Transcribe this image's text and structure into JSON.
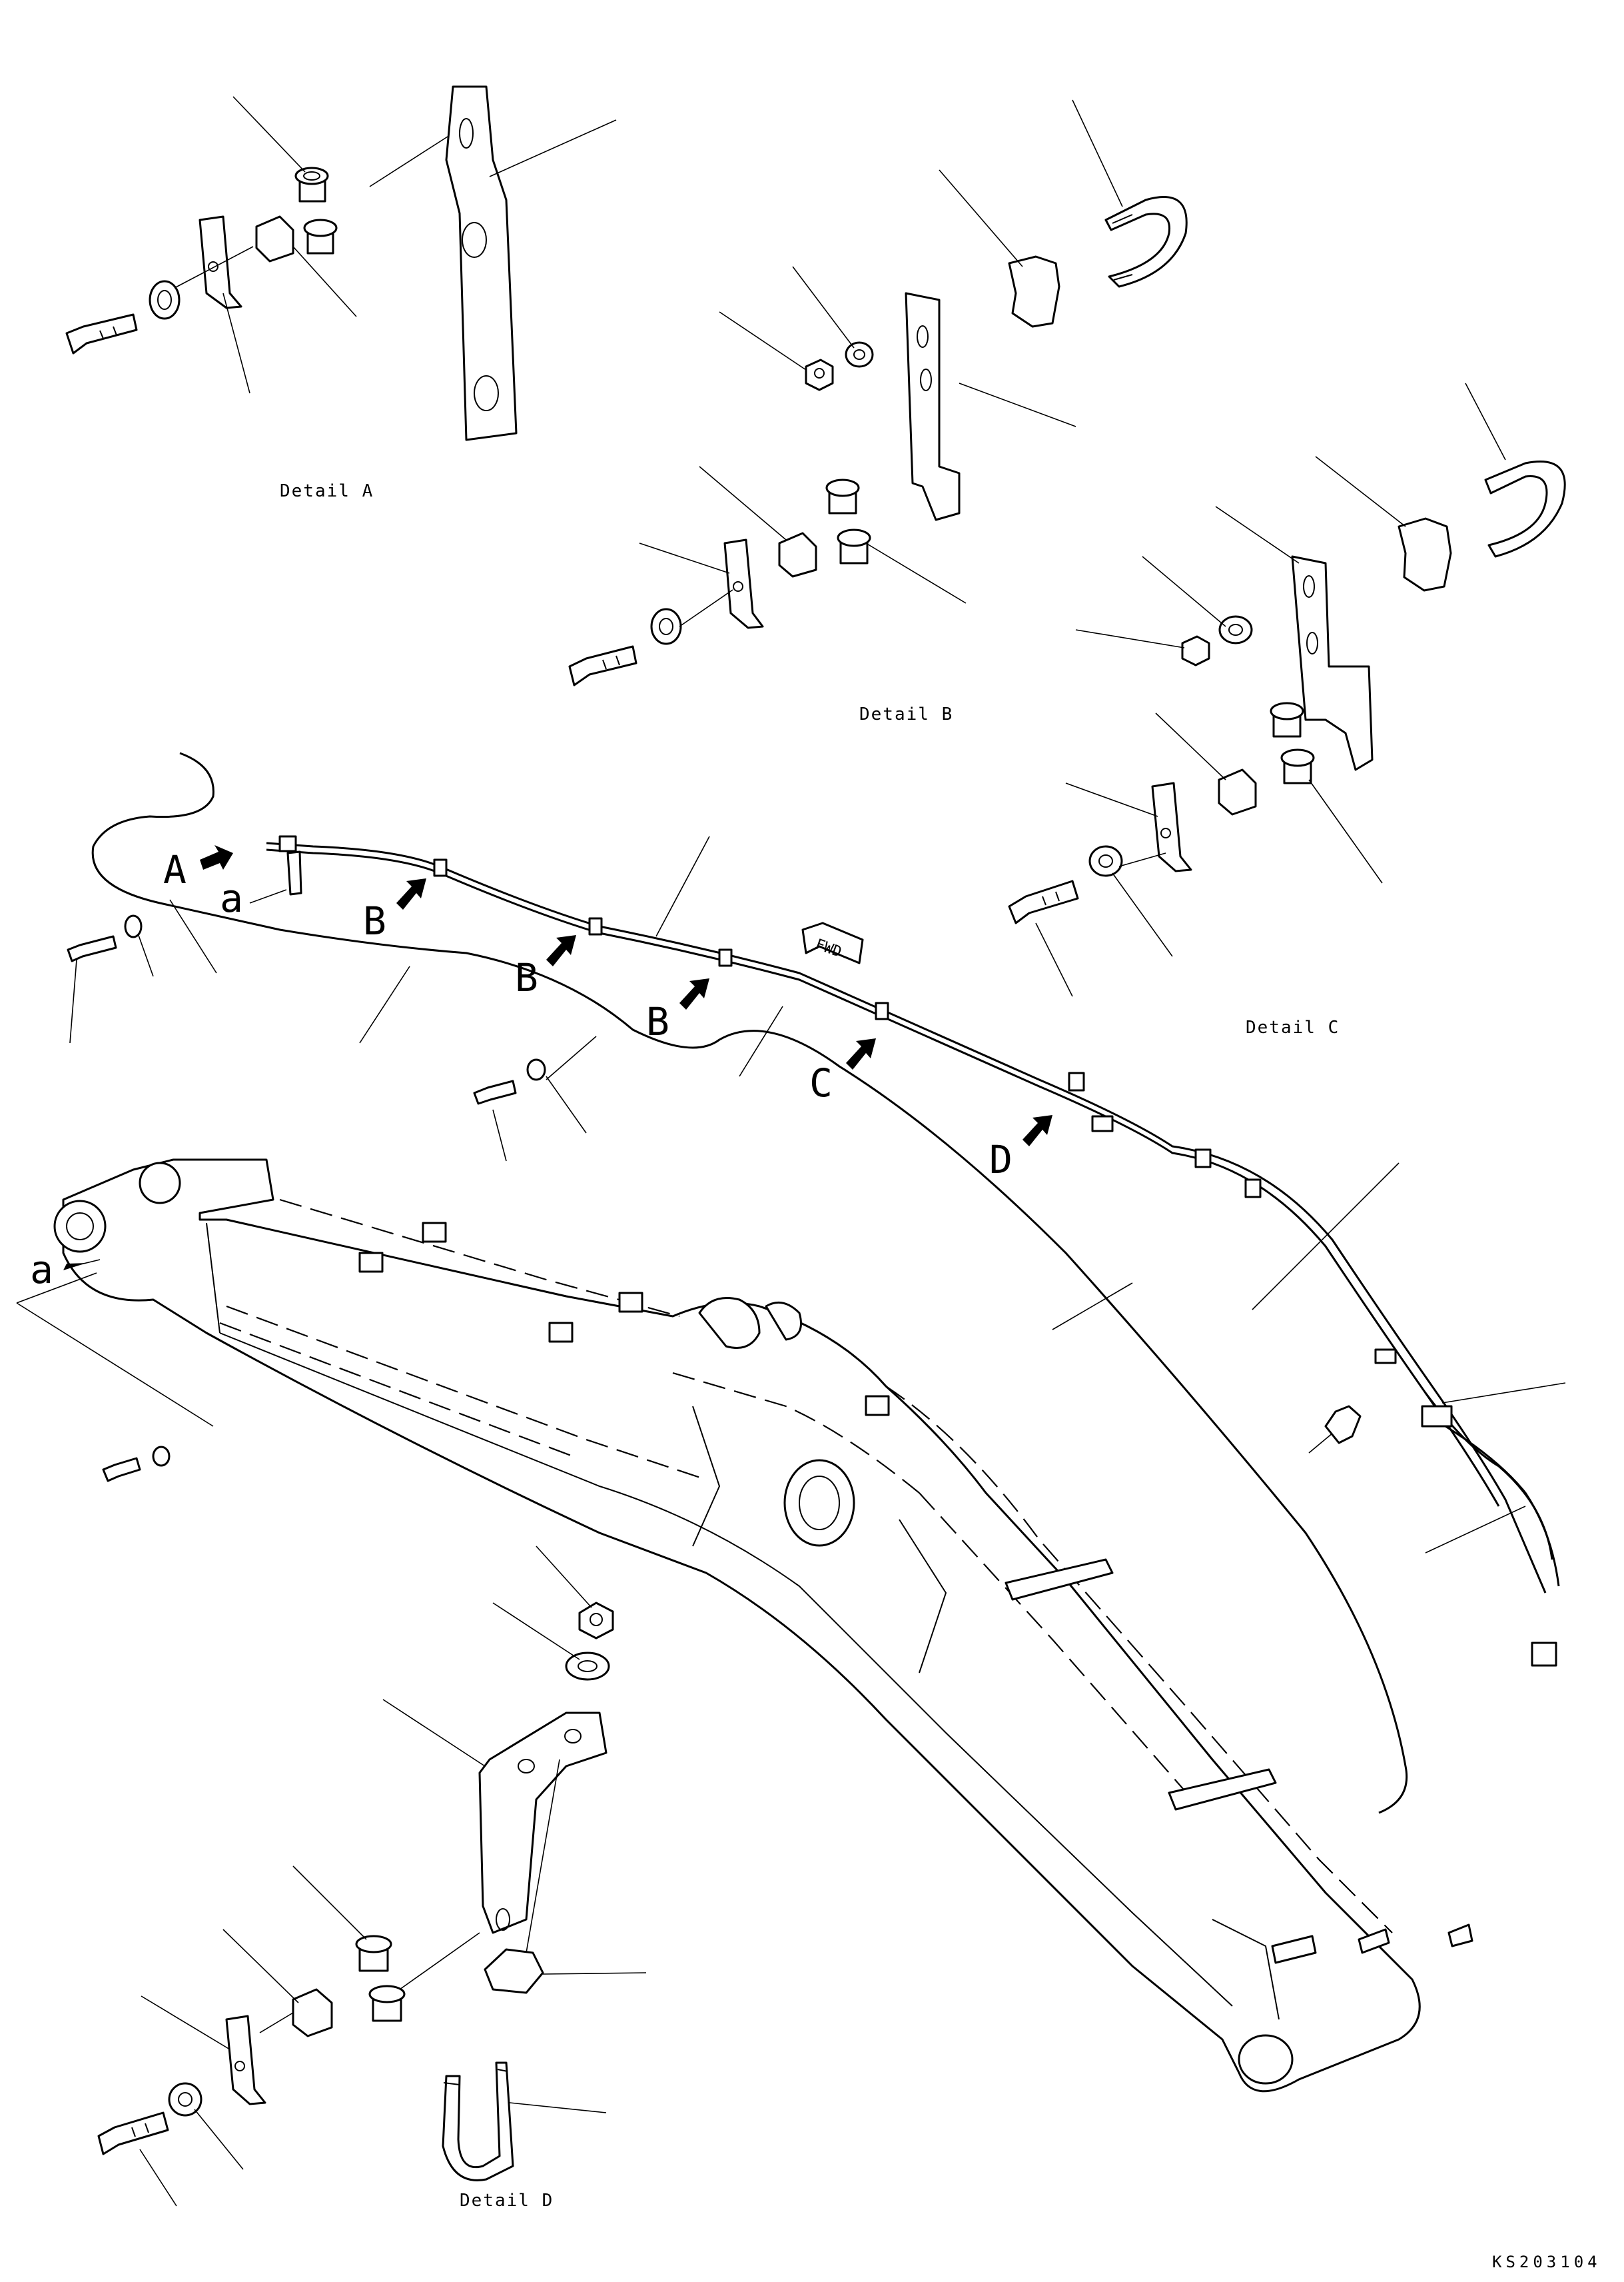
{
  "details": {
    "a": "Detail A",
    "b": "Detail B",
    "c": "Detail C",
    "d": "Detail D"
  },
  "view_labels": {
    "A": "A",
    "B1": "B",
    "B2": "B",
    "B3": "B",
    "C": "C",
    "D": "D",
    "a_top": "a",
    "a_left": "a"
  },
  "fwd": "FWD",
  "drawing_code": "KS203104"
}
